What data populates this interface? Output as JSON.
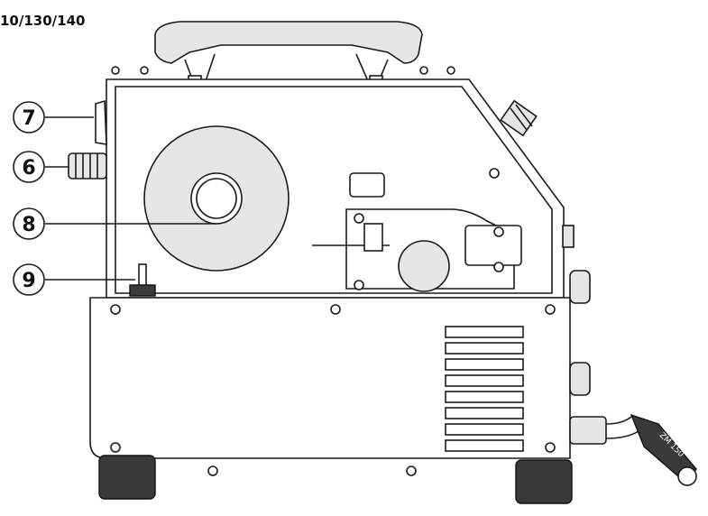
{
  "header": {
    "model_text": "10/130/140"
  },
  "callouts": [
    {
      "id": "7",
      "label": "7"
    },
    {
      "id": "6",
      "label": "6"
    },
    {
      "id": "8",
      "label": "8"
    },
    {
      "id": "9",
      "label": "9"
    }
  ],
  "torch_label": "ZM 150",
  "colors": {
    "line": "#1a1a1a",
    "foot": "#3a3a3a",
    "panel": "#e6e6e6"
  }
}
